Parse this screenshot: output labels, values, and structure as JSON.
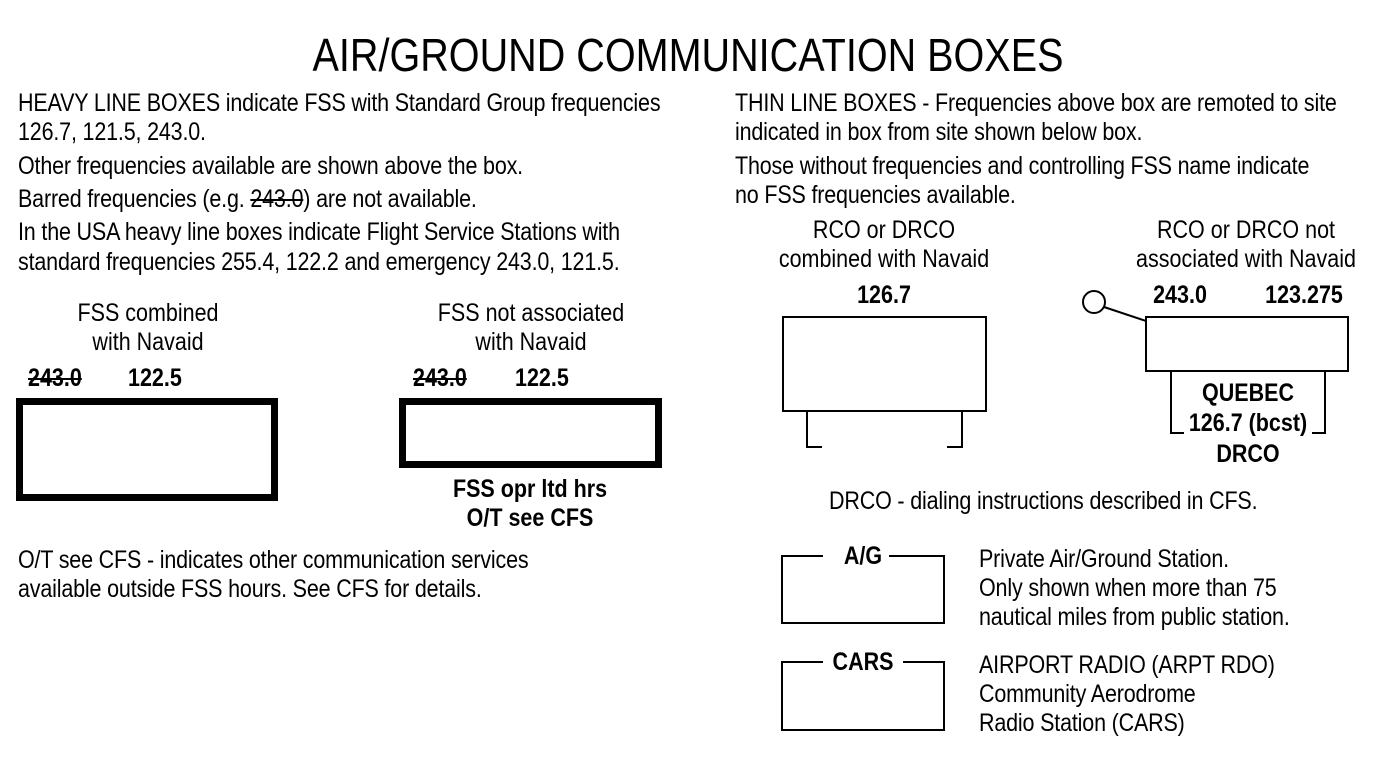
{
  "title": "AIR/GROUND COMMUNICATION BOXES",
  "left": {
    "p1_line1": "HEAVY LINE BOXES indicate FSS with Standard Group frequencies",
    "p1_line2": "126.7, 121.5, 243.0.",
    "p2": "Other frequencies available are shown above the box.",
    "p3_pre": "Barred  frequencies (e.g. ",
    "p3_barred": "243.0",
    "p3_post": ") are not available.",
    "p4_line1": "In the USA heavy line boxes indicate Flight Service Stations with",
    "p4_line2": "standard frequencies 255.4, 122.2 and emergency 243.0, 121.5.",
    "fss_combined": {
      "label_line1": "FSS combined",
      "label_line2": "with Navaid",
      "freq_barred": "243.0",
      "freq": "122.5"
    },
    "fss_not_assoc": {
      "label_line1": "FSS not associated",
      "label_line2": "with Navaid",
      "freq_barred": "243.0",
      "freq": "122.5",
      "below_line1": "FSS opr ltd hrs",
      "below_line2": "O/T see CFS"
    },
    "note_line1": "O/T see CFS - indicates other communication services",
    "note_line2": "available outside FSS hours. See CFS for details."
  },
  "right": {
    "p1_line1": "THIN LINE BOXES - Frequencies above box are remoted to site",
    "p1_line2": "indicated in box from site shown below box.",
    "p2_line1": "Those without frequencies and controlling FSS name indicate",
    "p2_line2": "no FSS frequencies available.",
    "rco_combined": {
      "label_line1": "RCO or DRCO",
      "label_line2": "combined with Navaid",
      "freq": "126.7"
    },
    "rco_not_assoc": {
      "label_line1": "RCO or DRCO not",
      "label_line2": "associated with Navaid",
      "freq1": "243.0",
      "freq2": "123.275",
      "below_line1": "QUEBEC",
      "below_line2": "126.7 (bcst)",
      "below_line3": "DRCO"
    },
    "drco_note": "DRCO - dialing instructions described in CFS.",
    "ag": {
      "label": "A/G",
      "desc_line1": "Private Air/Ground Station.",
      "desc_line2": "Only shown when more than 75",
      "desc_line3": "nautical miles from public station."
    },
    "cars": {
      "label": "CARS",
      "desc_line1": "AIRPORT RADIO (ARPT RDO)",
      "desc_line2": "Community Aerodrome",
      "desc_line3": "Radio Station (CARS)"
    }
  }
}
